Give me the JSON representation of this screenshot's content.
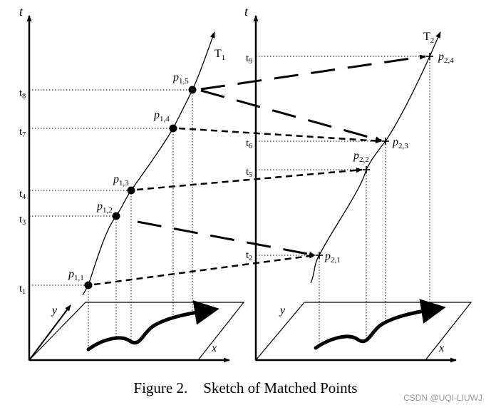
{
  "caption": {
    "number": "Figure 2.",
    "title": "Sketch of Matched Points"
  },
  "watermark": "CSDN @UQI-LIUWJ",
  "axes": {
    "t": "t",
    "x": "x",
    "y": "y"
  },
  "left_panel": {
    "trajectory": "T",
    "trajectory_sub": "1",
    "times": [
      {
        "b": "t",
        "s": "1"
      },
      {
        "b": "t",
        "s": "3"
      },
      {
        "b": "t",
        "s": "4"
      },
      {
        "b": "t",
        "s": "7"
      },
      {
        "b": "t",
        "s": "8"
      }
    ],
    "points": [
      {
        "b": "p",
        "s": "1,1"
      },
      {
        "b": "p",
        "s": "1,2"
      },
      {
        "b": "p",
        "s": "1,3"
      },
      {
        "b": "p",
        "s": "1,4"
      },
      {
        "b": "p",
        "s": "1,5"
      }
    ]
  },
  "right_panel": {
    "trajectory": "T",
    "trajectory_sub": "2",
    "times": [
      {
        "b": "t",
        "s": "2"
      },
      {
        "b": "t",
        "s": "5"
      },
      {
        "b": "t",
        "s": "6"
      },
      {
        "b": "t",
        "s": "9"
      }
    ],
    "points": [
      {
        "b": "p",
        "s": "2,1"
      },
      {
        "b": "p",
        "s": "2,2"
      },
      {
        "b": "p",
        "s": "2,3"
      },
      {
        "b": "p",
        "s": "2,4"
      }
    ]
  },
  "colors": {
    "ink": "#000000",
    "watermark": "#999999"
  }
}
